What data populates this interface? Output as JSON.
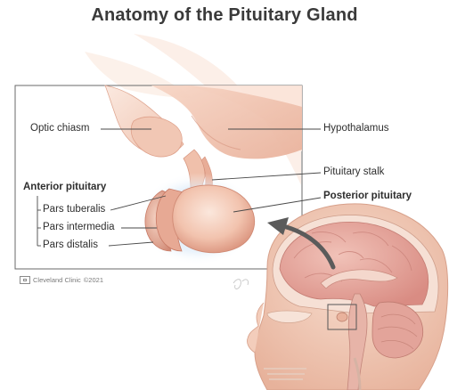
{
  "title": "Anatomy of the Pituitary Gland",
  "labels": {
    "optic_chiasm": "Optic chiasm",
    "hypothalamus": "Hypothalamus",
    "pituitary_stalk": "Pituitary stalk",
    "anterior_pituitary": "Anterior pituitary",
    "posterior_pituitary": "Posterior pituitary",
    "pars_tuberalis": "Pars tuberalis",
    "pars_intermedia": "Pars intermedia",
    "pars_distalis": "Pars distalis"
  },
  "credit": {
    "brand": "Cleveland Clinic",
    "year": "©2021"
  },
  "colors": {
    "tissue_light": "#f6d9cb",
    "tissue_mid": "#eebba8",
    "tissue_dark": "#d98f7a",
    "gland_glow": "#cfe3f6",
    "head_skin": "#f2c9b6",
    "brain": "#e9a9a0",
    "arrow": "#5b5b5b",
    "frame": "#6a6a6a"
  }
}
